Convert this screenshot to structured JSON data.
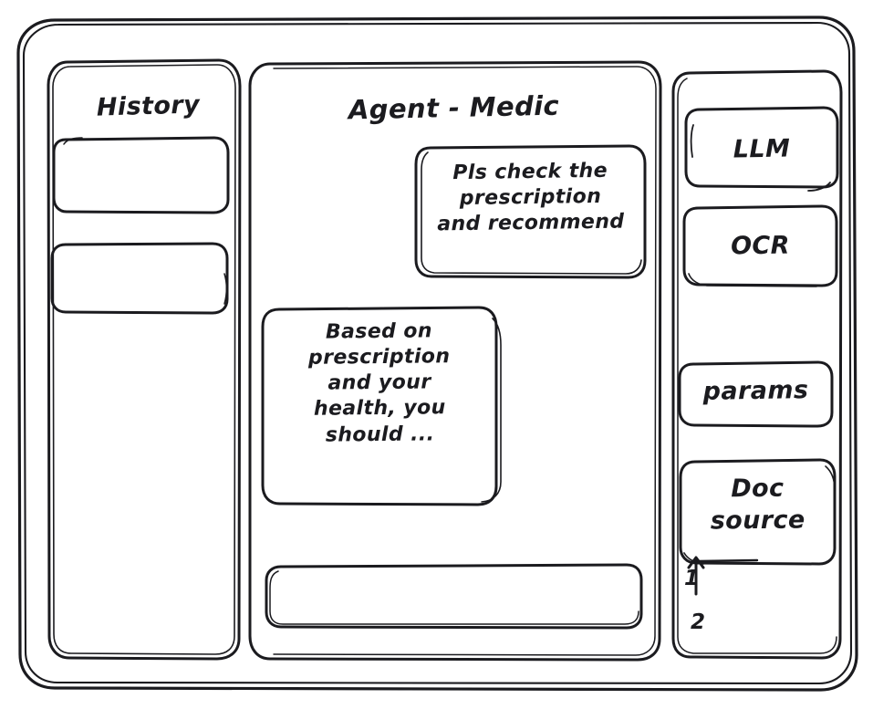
{
  "window": {
    "name": "agent-medic-wireframe",
    "style": "hand-drawn-sketch",
    "stroke_color": "#1b1b1f",
    "background_color": "#ffffff"
  },
  "sidebar": {
    "title": "History",
    "items": [
      {
        "label": "",
        "name": "history-item-1"
      },
      {
        "label": "",
        "name": "history-item-2"
      }
    ]
  },
  "chat": {
    "title": "Agent - Medic",
    "messages": [
      {
        "role": "user",
        "text": "Pls check the\nprescription\nand recommend"
      },
      {
        "role": "assistant",
        "text": "Based on\nprescription\nand your\nhealth, you\nshould ..."
      }
    ],
    "input": {
      "value": "",
      "placeholder": ""
    }
  },
  "tools_panel": {
    "items": [
      {
        "label": "LLM",
        "name": "llm-box"
      },
      {
        "label": "OCR",
        "name": "ocr-box"
      },
      {
        "label": "params",
        "name": "params-box"
      },
      {
        "label": "Doc\nsource",
        "name": "doc-source-box"
      }
    ],
    "source_list": [
      "1",
      "2"
    ]
  }
}
